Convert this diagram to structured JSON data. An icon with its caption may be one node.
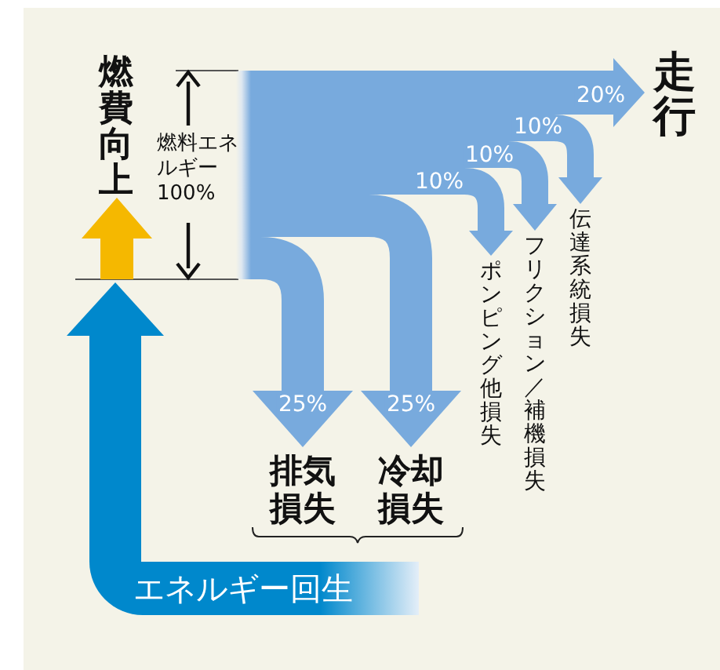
{
  "diagram": {
    "nodes": [
      {
        "text": [
          "燃費向上"
        ]
      },
      {
        "text": [
          "燃料エネルギー100%"
        ]
      },
      {
        "text": [
          "走行"
        ]
      },
      {
        "text": [
          "伝達系統損失"
        ]
      },
      {
        "text": [
          "フリクション／補機損失"
        ]
      },
      {
        "text": [
          "ポンピング他損失"
        ]
      },
      {
        "text": [
          "排気損失"
        ]
      },
      {
        "text": [
          "冷却損失"
        ]
      },
      {
        "text": [
          "エネルギー回生"
        ]
      },
      {
        "text": [],
        "shape": "arrow"
      }
    ],
    "edges": [
      {
        "from": 1,
        "to": 2,
        "arrow": "to",
        "label": "20%"
      },
      {
        "from": 1,
        "to": 3,
        "arrow": "to",
        "label": "10%"
      },
      {
        "from": 1,
        "to": 4,
        "arrow": "to",
        "label": "10%"
      },
      {
        "from": 1,
        "to": 5,
        "arrow": "to",
        "label": "10%"
      },
      {
        "from": 1,
        "to": 7,
        "arrow": "to",
        "label": "25%"
      },
      {
        "from": 1,
        "to": 6,
        "arrow": "to",
        "label": "25%"
      },
      {
        "from": 8,
        "to": 9,
        "arrow": "to",
        "color": "#0088cc"
      }
    ]
  }
}
